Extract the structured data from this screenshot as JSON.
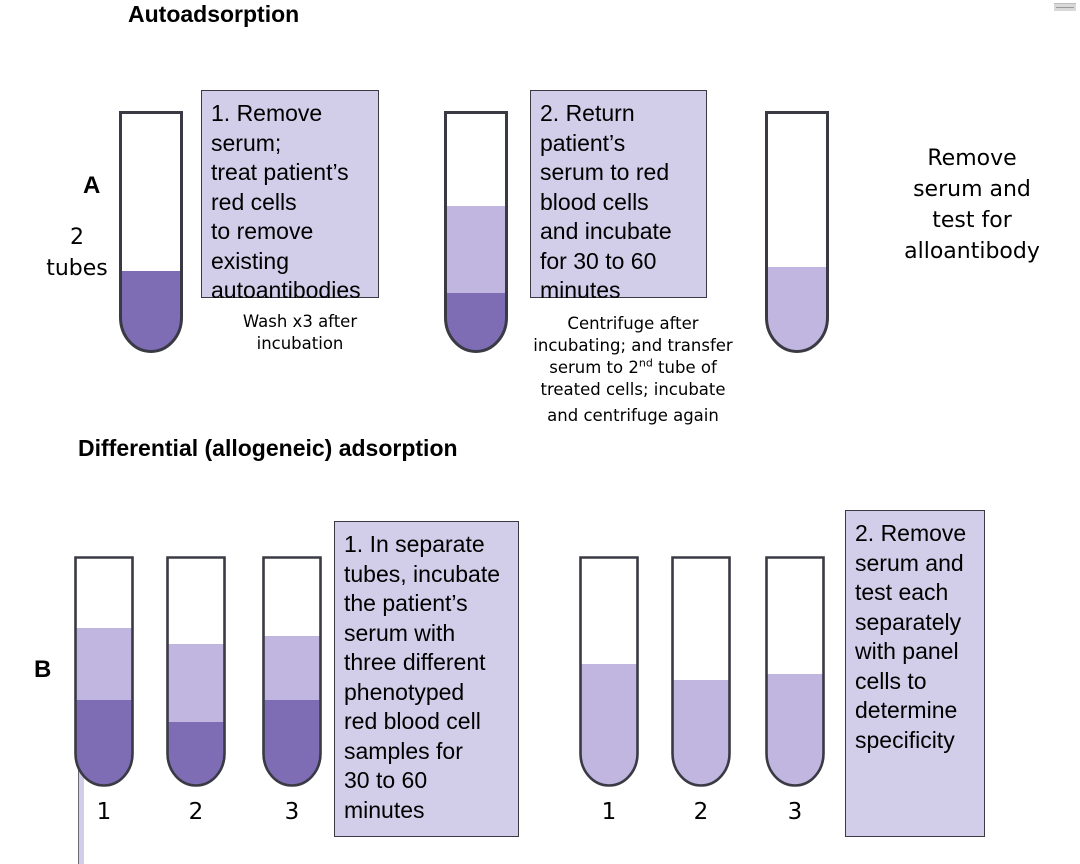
{
  "figure": {
    "colors": {
      "cells_dark_purple": "#7E6DB4",
      "serum_light_purple": "#C0B6DF",
      "box_fill": "#D2CDE8",
      "outline": "#3a3a44",
      "background": "#FFFFFF"
    }
  },
  "panel_a": {
    "title": "Autoadsorption",
    "label": "A",
    "side_note": "2\ntubes",
    "step1": "1. Remove\nserum;\ntreat patient’s\nred cells\nto remove\nexisting\nautoantibodies",
    "step2": "2. Return\npatient’s\nserum to red\nblood cells\nand incubate\nfor 30 to 60\nminutes",
    "caption1": "Wash x3 after\nincubation",
    "caption2_line1": "Centrifuge after",
    "caption2_line2": "incubating; and transfer",
    "caption2_line3_pre": "serum to 2",
    "caption2_line3_sup": "nd",
    "caption2_line3_post": " tube of",
    "caption2_line4": "treated cells;  incubate",
    "caption2_line5": "and centrifuge again",
    "result_text": "Remove\nserum and\ntest for\nalloantibody",
    "tubes": [
      {
        "name": "tube-a-1",
        "serum_pct": 0,
        "cells_pct": 34
      },
      {
        "name": "tube-a-2",
        "serum_pct": 48,
        "cells_pct": 30
      },
      {
        "name": "tube-a-3",
        "serum_pct": 36,
        "cells_pct": 0
      }
    ]
  },
  "panel_b": {
    "title": "Differential (allogeneic) adsorption",
    "label": "B",
    "step1": "1. In separate\ntubes, incubate\nthe patient’s\nserum with\nthree different\nphenotyped\nred blood cell\nsamples for\n30 to 60\nminutes",
    "step2": "2. Remove\nserum and\ntest each\nseparately\nwith panel\ncells to\ndetermine\nspecificity",
    "left_group": [
      {
        "name": "tube-b-left-1",
        "number": "1",
        "serum_pct": 42,
        "cells_pct": 38
      },
      {
        "name": "tube-b-left-2",
        "number": "2",
        "serum_pct": 48,
        "cells_pct": 28
      },
      {
        "name": "tube-b-left-3",
        "number": "3",
        "serum_pct": 40,
        "cells_pct": 38
      }
    ],
    "right_group": [
      {
        "name": "tube-b-right-1",
        "number": "1",
        "serum_pct": 0,
        "cells_pct": 0,
        "serum_only_pct": 58
      },
      {
        "name": "tube-b-right-2",
        "number": "2",
        "serum_pct": 0,
        "cells_pct": 0,
        "serum_only_pct": 50
      },
      {
        "name": "tube-b-right-3",
        "number": "3",
        "serum_pct": 0,
        "cells_pct": 0,
        "serum_only_pct": 52
      }
    ]
  }
}
